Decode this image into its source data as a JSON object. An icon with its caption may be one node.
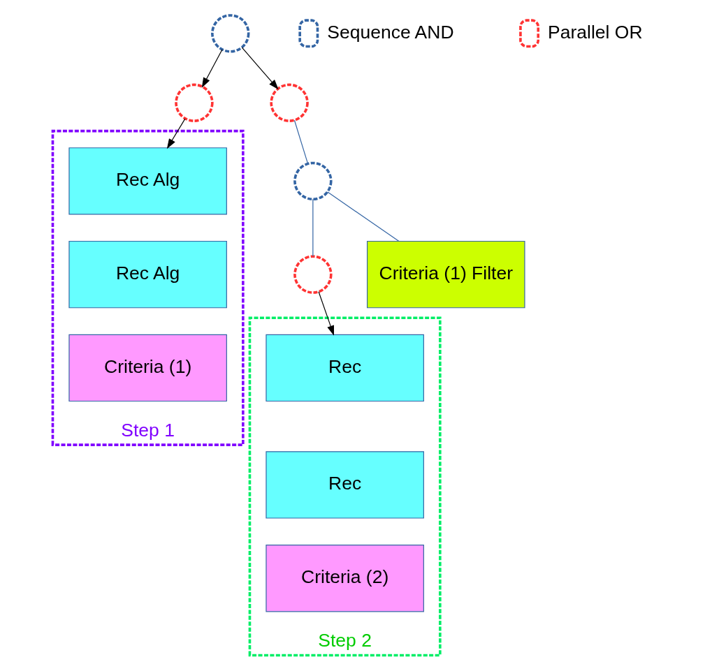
{
  "diagram": {
    "nodes": [
      {
        "text": [],
        "shape": "circle"
      },
      {
        "text": [],
        "shape": "circle"
      },
      {
        "text": [],
        "shape": "circle"
      },
      {
        "text": [],
        "shape": "circle"
      },
      {
        "text": [],
        "shape": "circle"
      },
      {
        "text": [
          "Step 1"
        ]
      },
      {
        "text": [
          "Rec Alg"
        ],
        "in": 5
      },
      {
        "text": [
          "Rec Alg"
        ],
        "in": 5
      },
      {
        "text": [
          "Criteria (1)"
        ],
        "in": 5
      },
      {
        "text": [
          "Criteria (1) Filter"
        ]
      },
      {
        "text": [
          "Step 2"
        ]
      },
      {
        "text": [
          "Rec"
        ],
        "in": 10
      },
      {
        "text": [
          "Rec"
        ],
        "in": 10
      },
      {
        "text": [
          "Criteria (2)"
        ],
        "in": 10
      }
    ],
    "edges": [
      {
        "from": 0,
        "to": 1,
        "arrow": "to"
      },
      {
        "from": 0,
        "to": 2,
        "arrow": "to"
      },
      {
        "from": 1,
        "to": 6,
        "arrow": "to"
      },
      {
        "from": 2,
        "to": 3,
        "arrow": "none",
        "color": "#3465a4"
      },
      {
        "from": 3,
        "to": 9,
        "arrow": "none",
        "color": "#3465a4"
      },
      {
        "from": 3,
        "to": 4,
        "arrow": "none",
        "color": "#3465a4"
      },
      {
        "from": 4,
        "to": 11,
        "arrow": "to"
      }
    ],
    "legend": [
      {
        "text": "Sequence AND"
      },
      {
        "text": "Parallel OR"
      }
    ]
  }
}
